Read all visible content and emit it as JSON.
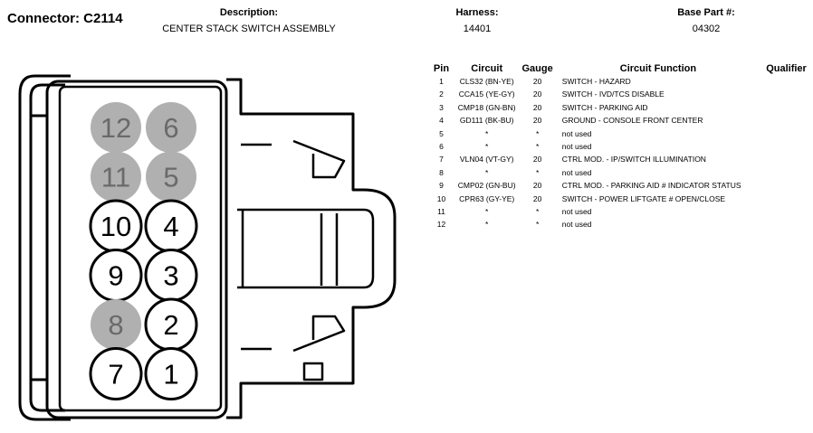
{
  "connector": {
    "label": "Connector: C2114"
  },
  "header": {
    "description_label": "Description:",
    "description_value": "CENTER STACK SWITCH ASSEMBLY",
    "harness_label": "Harness:",
    "harness_value": "14401",
    "base_part_label": "Base Part #:",
    "base_part_value": "04302"
  },
  "table": {
    "columns": [
      "Pin",
      "Circuit",
      "Gauge",
      "Circuit Function",
      "Qualifier"
    ],
    "rows": [
      {
        "pin": "1",
        "circuit": "CLS32 (BN-YE)",
        "gauge": "20",
        "function": "SWITCH - HAZARD",
        "qualifier": ""
      },
      {
        "pin": "2",
        "circuit": "CCA15 (YE-GY)",
        "gauge": "20",
        "function": "SWITCH - IVD/TCS DISABLE",
        "qualifier": ""
      },
      {
        "pin": "3",
        "circuit": "CMP18 (GN-BN)",
        "gauge": "20",
        "function": "SWITCH - PARKING AID",
        "qualifier": ""
      },
      {
        "pin": "4",
        "circuit": "GD111 (BK-BU)",
        "gauge": "20",
        "function": "GROUND - CONSOLE FRONT CENTER",
        "qualifier": ""
      },
      {
        "pin": "5",
        "circuit": "*",
        "gauge": "*",
        "function": "not used",
        "qualifier": ""
      },
      {
        "pin": "6",
        "circuit": "*",
        "gauge": "*",
        "function": "not used",
        "qualifier": ""
      },
      {
        "pin": "7",
        "circuit": "VLN04 (VT-GY)",
        "gauge": "20",
        "function": "CTRL MOD. - IP/SWITCH ILLUMINATION",
        "qualifier": ""
      },
      {
        "pin": "8",
        "circuit": "*",
        "gauge": "*",
        "function": "not used",
        "qualifier": ""
      },
      {
        "pin": "9",
        "circuit": "CMP02 (GN-BU)",
        "gauge": "20",
        "function": "CTRL MOD. - PARKING AID # INDICATOR STATUS",
        "qualifier": ""
      },
      {
        "pin": "10",
        "circuit": "CPR63 (GY-YE)",
        "gauge": "20",
        "function": "SWITCH - POWER LIFTGATE # OPEN/CLOSE",
        "qualifier": ""
      },
      {
        "pin": "11",
        "circuit": "*",
        "gauge": "*",
        "function": "not used",
        "qualifier": ""
      },
      {
        "pin": "12",
        "circuit": "*",
        "gauge": "*",
        "function": "not used",
        "qualifier": ""
      }
    ]
  },
  "cavities": [
    {
      "label": "12",
      "used": false
    },
    {
      "label": "6",
      "used": false
    },
    {
      "label": "11",
      "used": false
    },
    {
      "label": "5",
      "used": false
    },
    {
      "label": "10",
      "used": true
    },
    {
      "label": "4",
      "used": true
    },
    {
      "label": "9",
      "used": true
    },
    {
      "label": "3",
      "used": true
    },
    {
      "label": "8",
      "used": false
    },
    {
      "label": "2",
      "used": true
    },
    {
      "label": "7",
      "used": true
    },
    {
      "label": "1",
      "used": true
    }
  ],
  "colors": {
    "unused_fill": "#b0b0b0",
    "unused_text": "#6a6a6a",
    "used_fill": "#ffffff",
    "stroke": "#000000"
  }
}
